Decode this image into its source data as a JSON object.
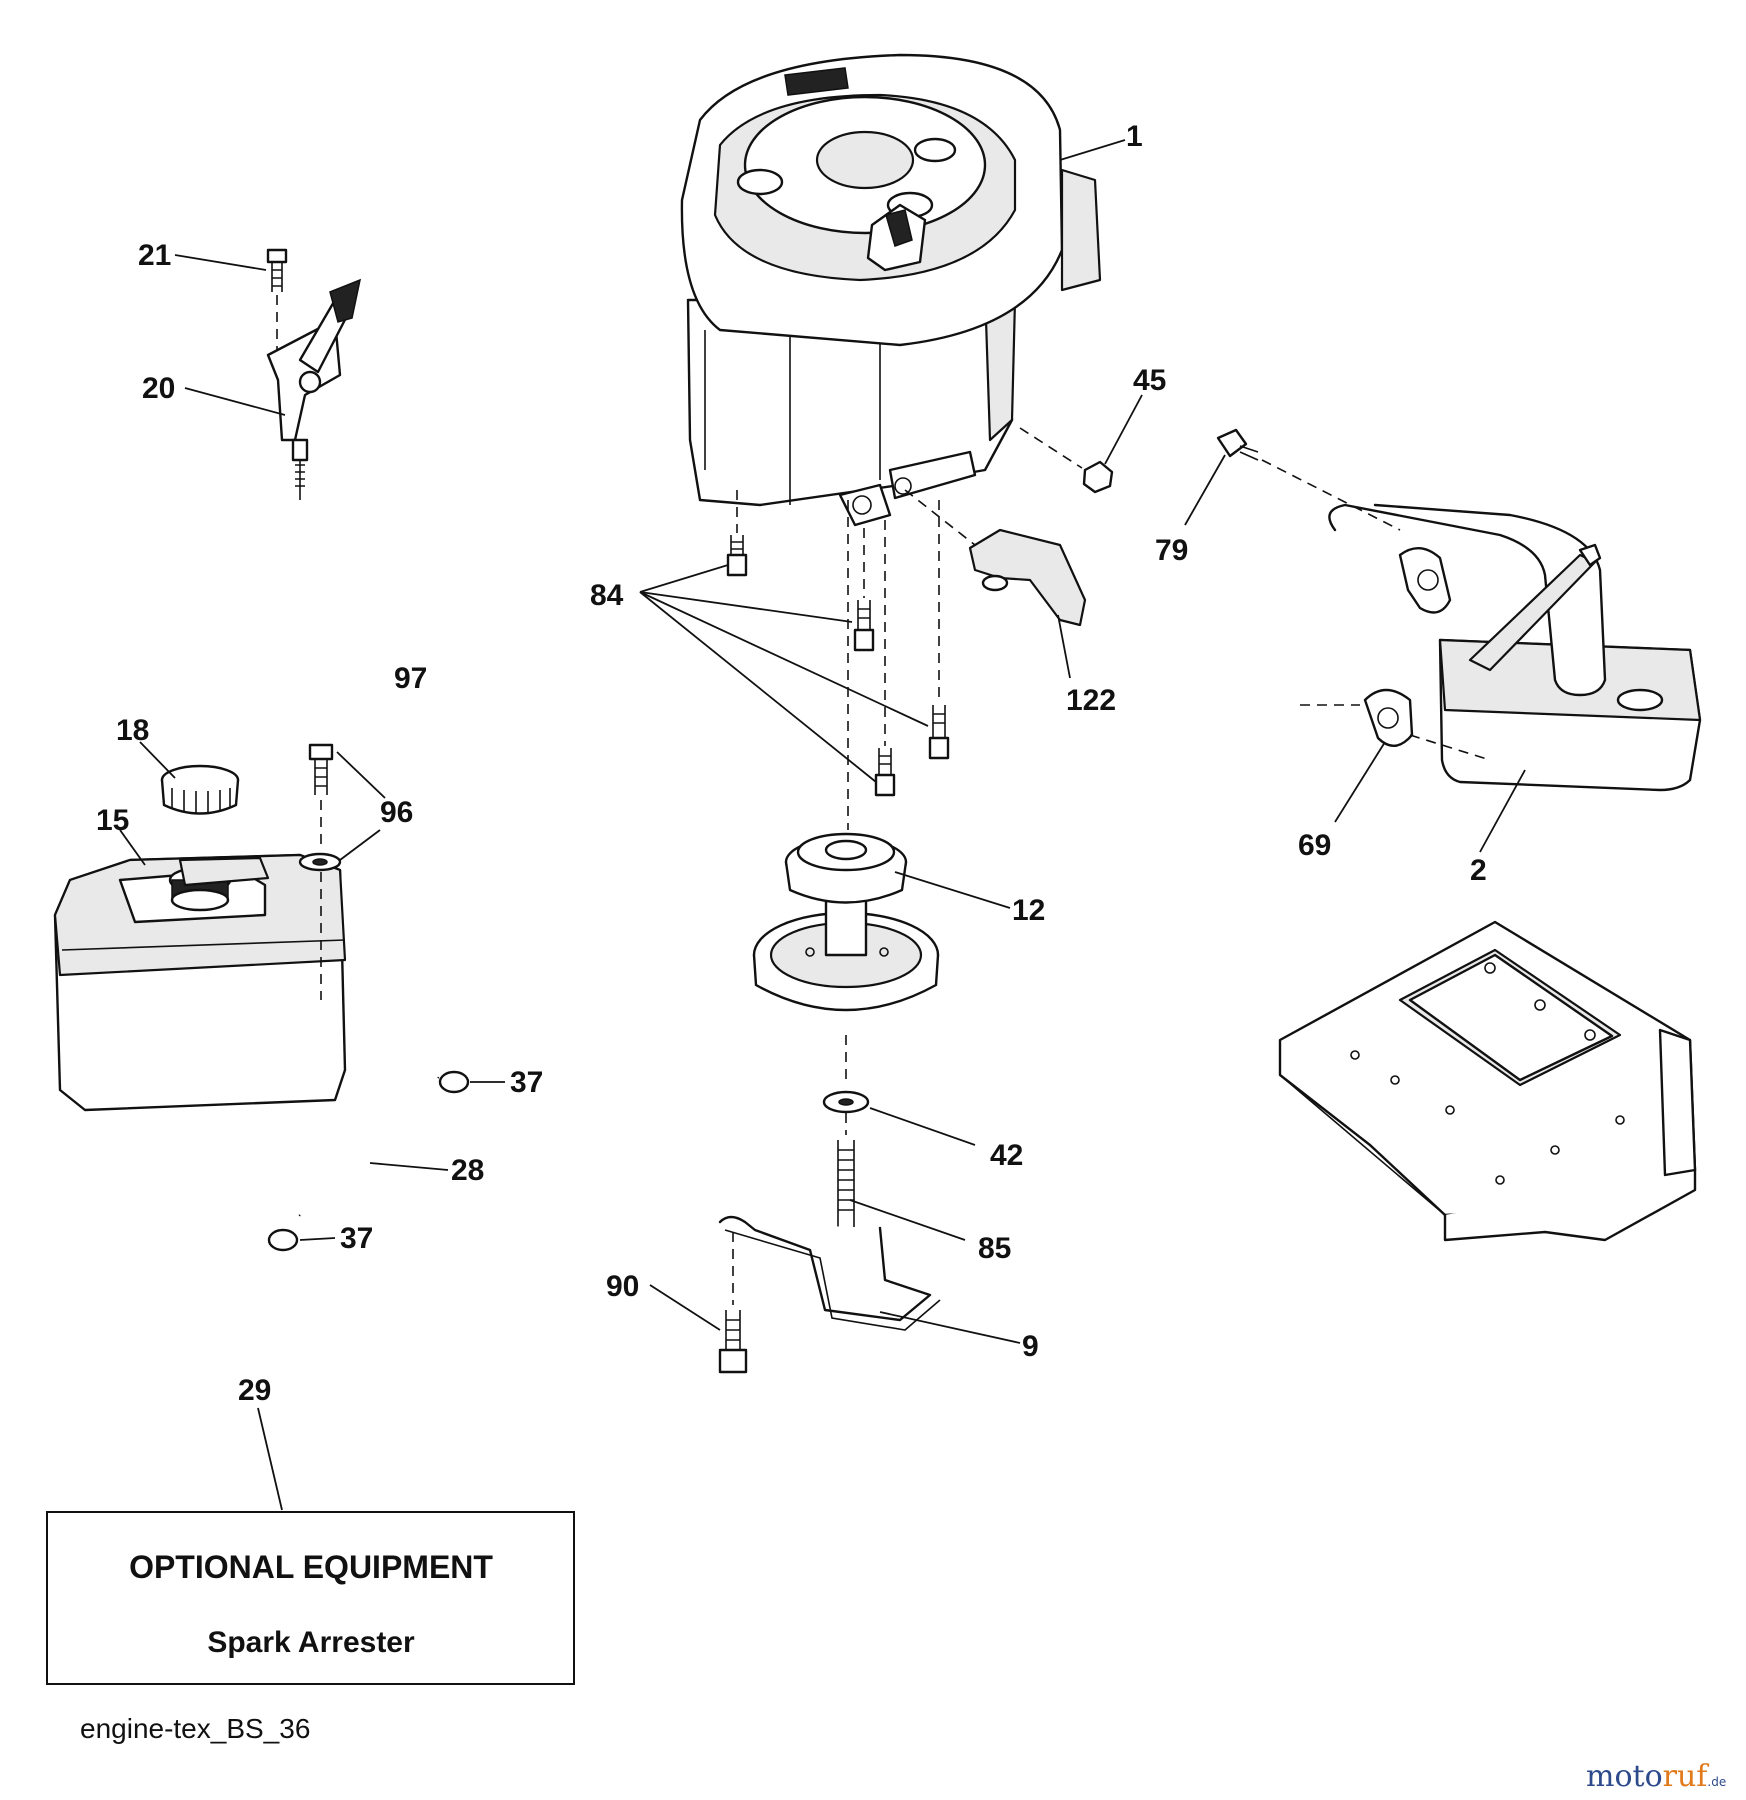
{
  "callouts": [
    {
      "id": "1",
      "label": "1"
    },
    {
      "id": "2",
      "label": "2"
    },
    {
      "id": "9",
      "label": "9"
    },
    {
      "id": "12",
      "label": "12"
    },
    {
      "id": "15",
      "label": "15"
    },
    {
      "id": "18",
      "label": "18"
    },
    {
      "id": "20",
      "label": "20"
    },
    {
      "id": "21",
      "label": "21"
    },
    {
      "id": "28",
      "label": "28"
    },
    {
      "id": "29",
      "label": "29"
    },
    {
      "id": "37a",
      "label": "37"
    },
    {
      "id": "37b",
      "label": "37"
    },
    {
      "id": "42",
      "label": "42"
    },
    {
      "id": "45",
      "label": "45"
    },
    {
      "id": "69",
      "label": "69"
    },
    {
      "id": "79",
      "label": "79"
    },
    {
      "id": "84",
      "label": "84"
    },
    {
      "id": "85",
      "label": "85"
    },
    {
      "id": "90",
      "label": "90"
    },
    {
      "id": "96",
      "label": "96"
    },
    {
      "id": "97",
      "label": "97"
    },
    {
      "id": "122",
      "label": "122"
    }
  ],
  "optional_box": {
    "title": "OPTIONAL EQUIPMENT",
    "subtitle": "Spark Arrester"
  },
  "drawing_id": "engine-tex_BS_36",
  "watermark": {
    "part_a": "moto",
    "part_b": "ruf",
    "part_c": ".de"
  }
}
